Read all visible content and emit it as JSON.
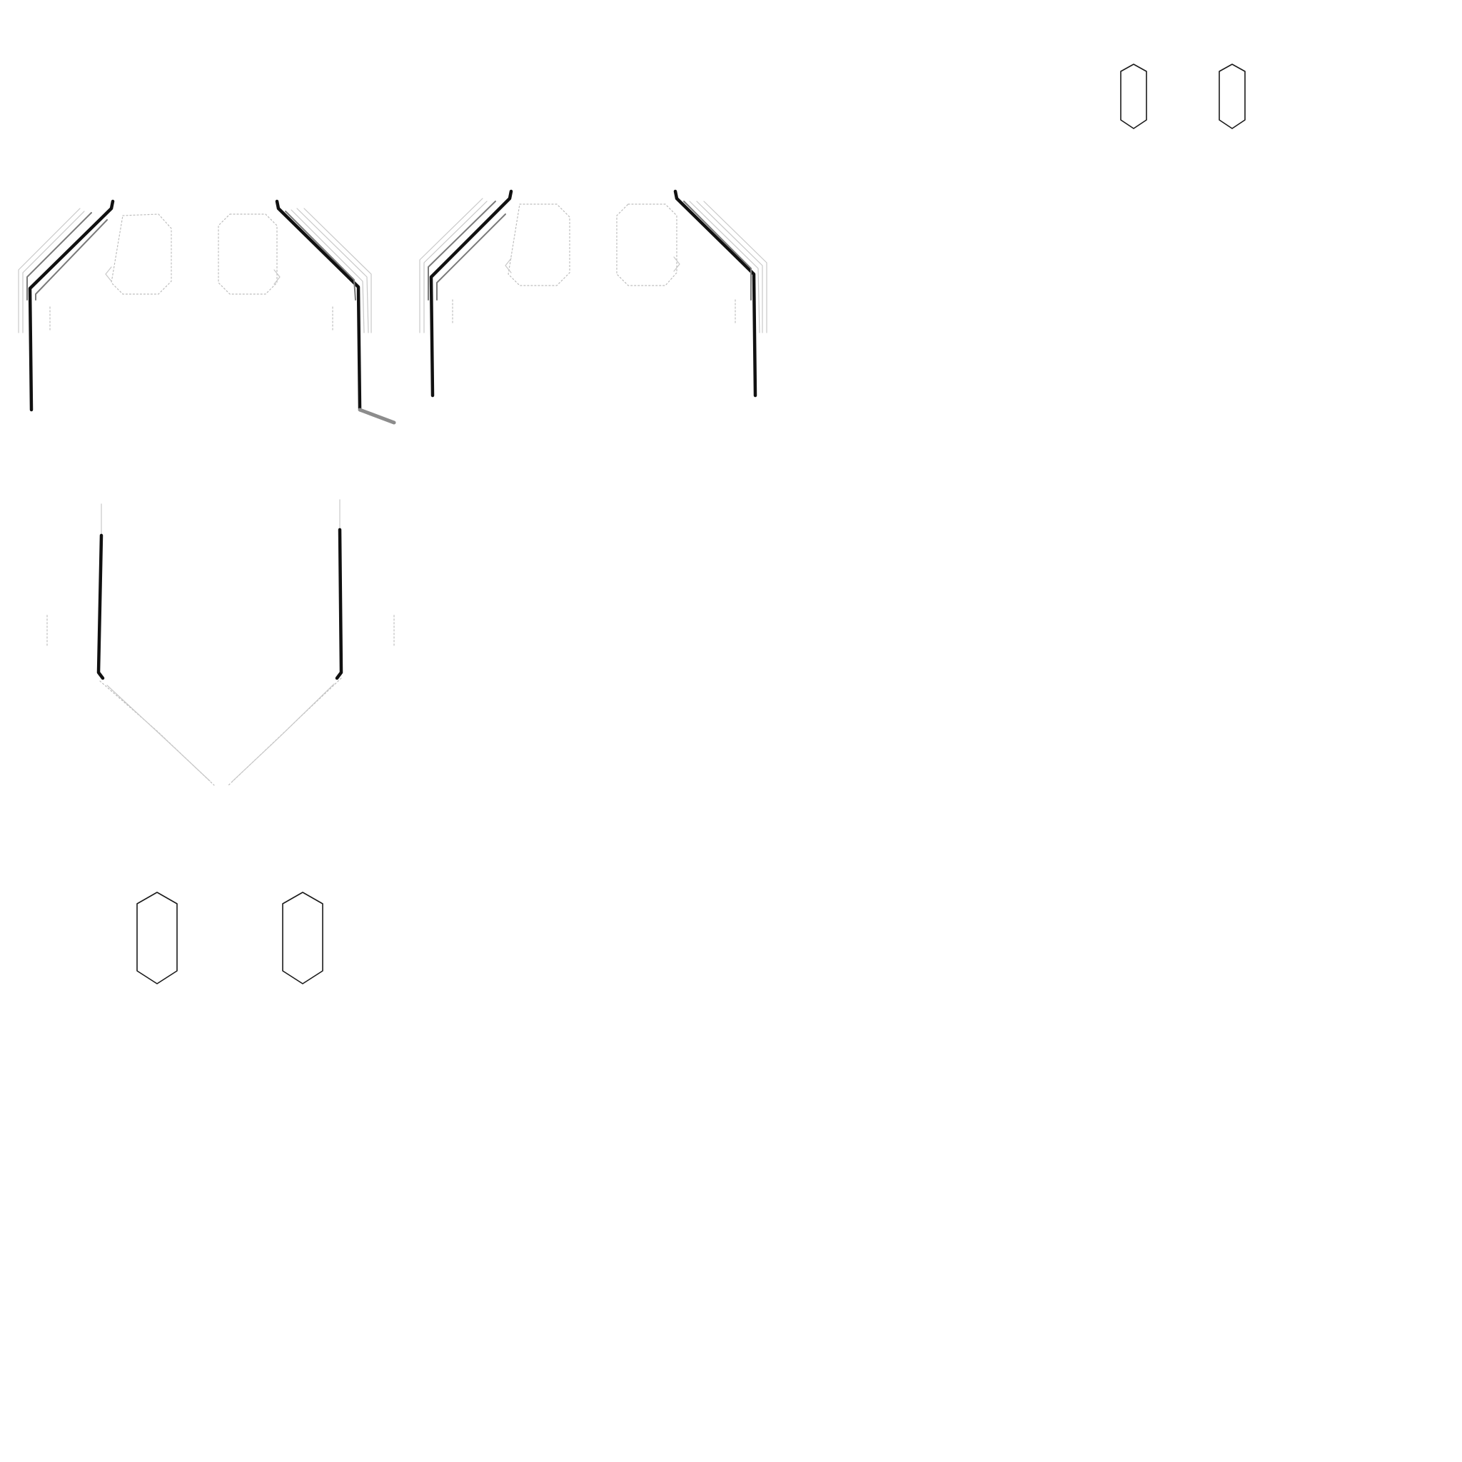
{
  "canvas": {
    "background": "#ffffff",
    "ink_color": "#111111",
    "secondary_ink_color": "#7a7a7a",
    "faint_ink_color": "#c8c8c8"
  },
  "pieces": [
    {
      "name": "front-bodice-panel-left"
    },
    {
      "name": "front-bodice-panel-right"
    },
    {
      "name": "skirt-panel"
    },
    {
      "name": "small-hexagon-pair-bottom"
    },
    {
      "name": "small-hexagon-pair-top-right"
    }
  ]
}
